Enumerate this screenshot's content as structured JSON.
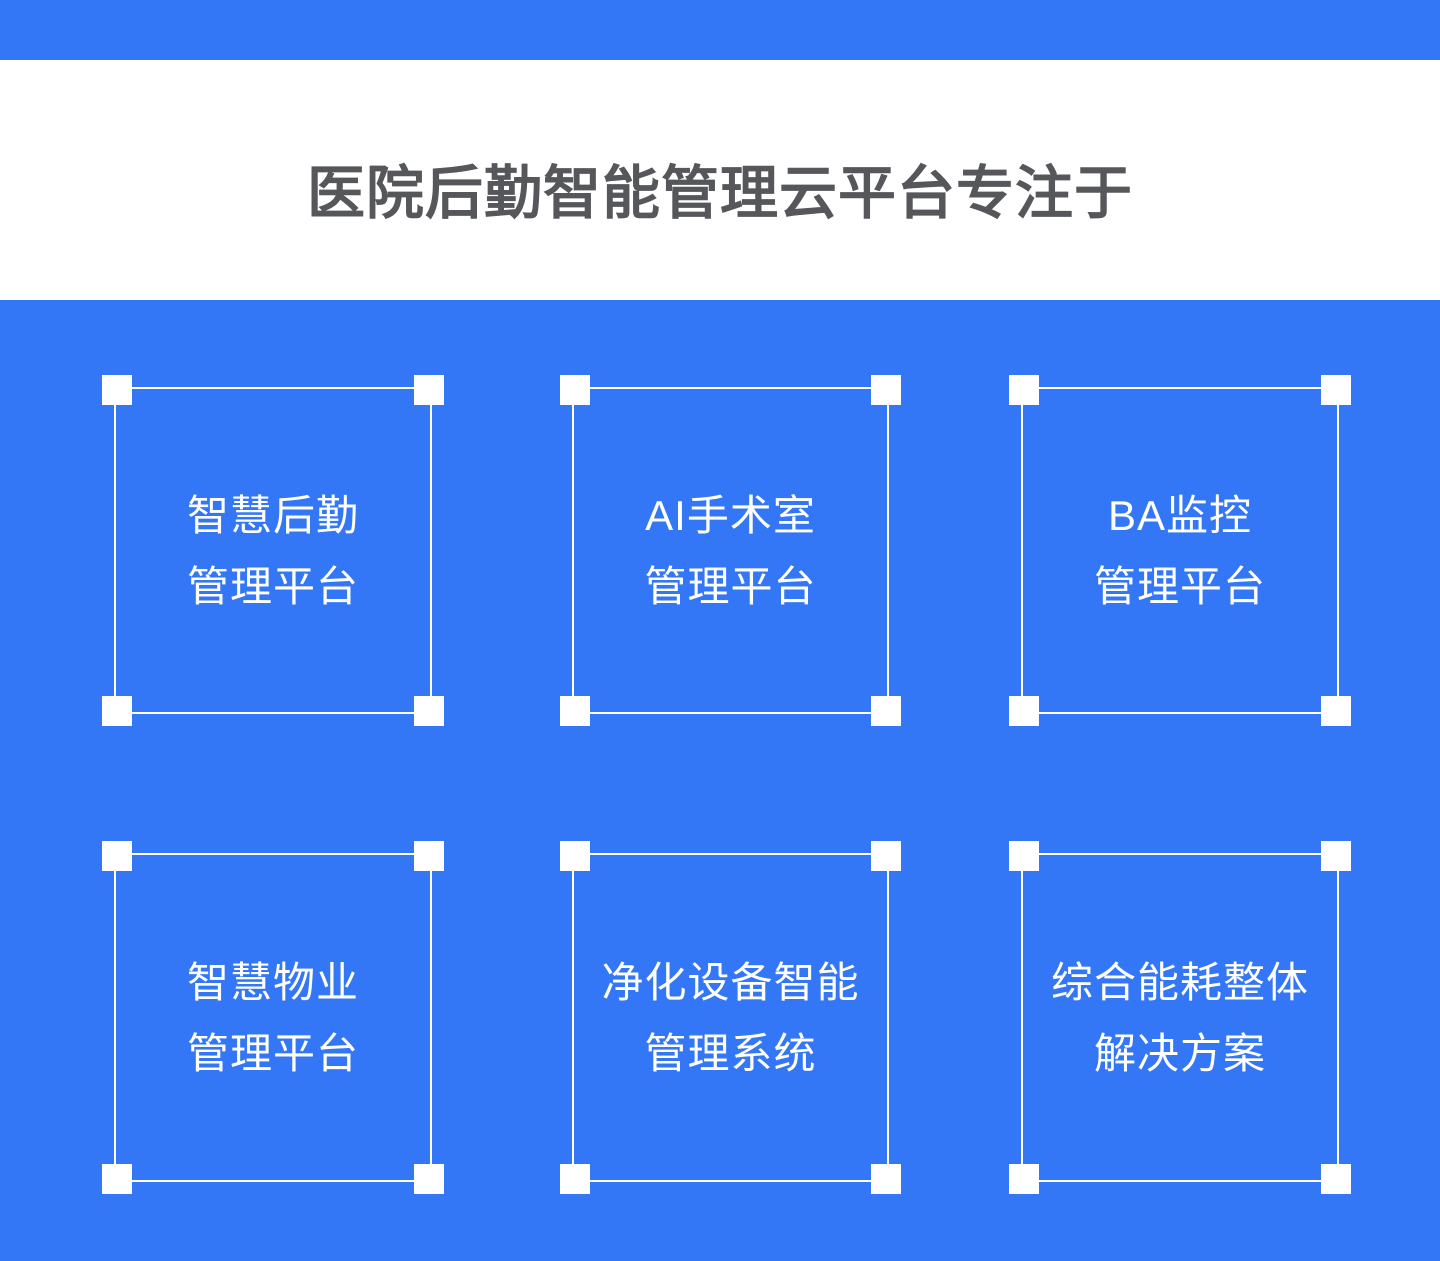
{
  "colors": {
    "primary_blue": "#3377F6",
    "title_text": "#56575A",
    "card_text": "#FFFFFF",
    "band_background": "#FFFFFF"
  },
  "header": {
    "title": "医院后勤智能管理云平台专注于"
  },
  "features": [
    {
      "line1": "智慧后勤",
      "line2": "管理平台"
    },
    {
      "line1": "AI手术室",
      "line2": "管理平台"
    },
    {
      "line1": "BA监控",
      "line2": "管理平台"
    },
    {
      "line1": "智慧物业",
      "line2": "管理平台"
    },
    {
      "line1": "净化设备智能",
      "line2": "管理系统"
    },
    {
      "line1": "综合能耗整体",
      "line2": "解决方案"
    }
  ]
}
